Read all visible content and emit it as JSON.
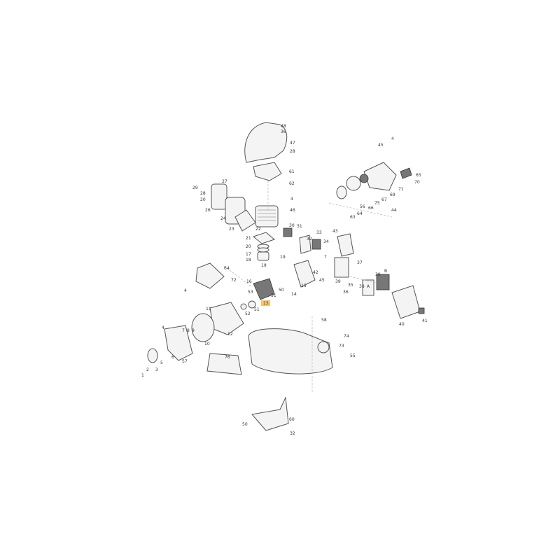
{
  "diagram": {
    "type": "exploded parts diagram",
    "highlight_color": "#f7c56a",
    "highlighted_part": "13",
    "part_labels": [
      "48",
      "36",
      "47",
      "28",
      "61",
      "62",
      "4",
      "46",
      "27",
      "29",
      "28",
      "20",
      "26",
      "24",
      "23",
      "22",
      "30",
      "31",
      "32",
      "33",
      "21",
      "20",
      "17",
      "18",
      "19",
      "19",
      "34",
      "43",
      "45",
      "4",
      "65",
      "70",
      "71",
      "69",
      "67",
      "75",
      "44",
      "66",
      "56",
      "64",
      "63",
      "7",
      "45",
      "42",
      "39",
      "35",
      "37",
      "36",
      "38",
      "39",
      "B",
      "A",
      "40",
      "41",
      "16",
      "72",
      "64",
      "4",
      "53",
      "51",
      "50",
      "14",
      "15",
      "13",
      "51",
      "52",
      "11",
      "12",
      "10",
      "4",
      "7",
      "8",
      "9",
      "6",
      "57",
      "1",
      "2",
      "3",
      "5",
      "76",
      "58",
      "74",
      "73",
      "55",
      "60",
      "50",
      "32"
    ]
  }
}
